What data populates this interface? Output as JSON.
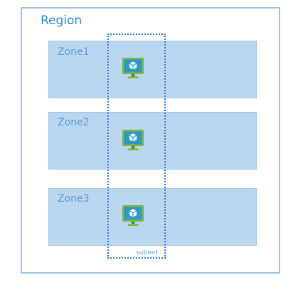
{
  "region": {
    "label": "Region"
  },
  "zones": [
    {
      "label": "Zone1"
    },
    {
      "label": "Zone2"
    },
    {
      "label": "Zone3"
    }
  ],
  "subnet": {
    "label": "subnet"
  },
  "icons": {
    "vm": "virtual-machine-icon"
  },
  "colors": {
    "region_border": "#9fc8e5",
    "region_text": "#3f8fd1",
    "zone_fill": "#bbd6ef",
    "zone_text": "#5d9fdb",
    "subnet_border": "#3a86cf",
    "vm_monitor": "#7ab648",
    "vm_screen": "#2f98c6"
  }
}
